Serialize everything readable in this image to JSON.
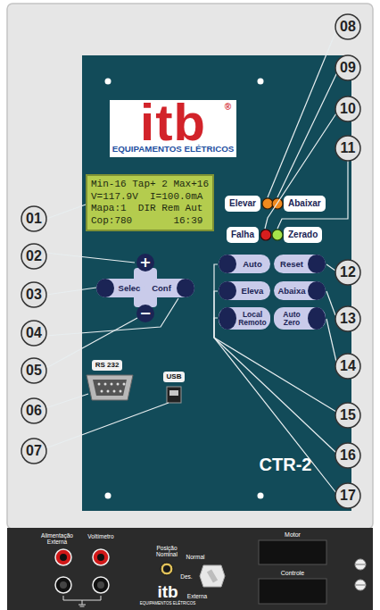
{
  "diagram": {
    "nodes": [
      {
        "text": [
          "itb",
          "®",
          "EQUIPAMENTOS ELÉTRICOS"
        ]
      },
      {
        "text": [
          "Min-16 Tap+ 2 Max+16",
          "V=117.9V  I=100.0mA",
          "Mapa:1  DIR Rem Aut",
          "Cop:780       16:39"
        ]
      },
      {
        "text": [
          "Elevar"
        ]
      },
      {
        "text": [
          "Abaixar"
        ]
      },
      {
        "text": [
          "Falha"
        ]
      },
      {
        "text": [
          "Zerado"
        ]
      },
      {
        "text": [
          "+"
        ]
      },
      {
        "text": [
          "Selec"
        ]
      },
      {
        "text": [
          "Conf"
        ]
      },
      {
        "text": [
          "−"
        ]
      },
      {
        "text": [
          "Auto"
        ]
      },
      {
        "text": [
          "Reset"
        ]
      },
      {
        "text": [
          "Eleva"
        ]
      },
      {
        "text": [
          "Abaixa"
        ]
      },
      {
        "text": [
          "Local Remoto"
        ]
      },
      {
        "text": [
          "Auto Zero"
        ]
      },
      {
        "text": [
          "RS 232"
        ]
      },
      {
        "text": [
          "USB"
        ]
      }
    ],
    "labels": [
      "01",
      "02",
      "03",
      "04",
      "05",
      "06",
      "07",
      "08",
      "09",
      "10",
      "11",
      "12",
      "13",
      "14",
      "15",
      "16",
      "17",
      "CTR-2",
      "Alimentação Externa",
      "Voltímetro",
      "Posição Nominal",
      "Normal",
      "Des.",
      "Externa",
      "Motor",
      "Controle",
      "itb",
      "EQUIPAMENTOS ELÉTRICOS"
    ]
  }
}
